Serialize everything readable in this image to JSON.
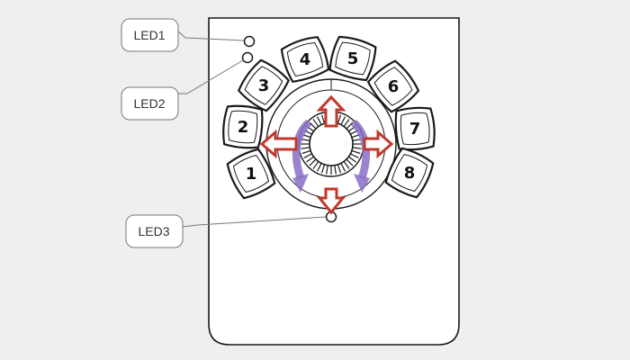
{
  "callouts": {
    "led1": "LED1",
    "led2": "LED2",
    "led3": "LED3"
  },
  "keys": [
    {
      "id": "1",
      "label": "1"
    },
    {
      "id": "2",
      "label": "2"
    },
    {
      "id": "3",
      "label": "3"
    },
    {
      "id": "4",
      "label": "4"
    },
    {
      "id": "5",
      "label": "5"
    },
    {
      "id": "6",
      "label": "6"
    },
    {
      "id": "7",
      "label": "7"
    },
    {
      "id": "8",
      "label": "8"
    }
  ],
  "icons": {
    "knob": "rotary-knob-icon",
    "up": "arrow-up-icon",
    "down": "arrow-down-icon",
    "left": "arrow-left-icon",
    "right": "arrow-right-icon",
    "rotate_left": "rotate-ccw-icon",
    "rotate_right": "rotate-cw-icon"
  },
  "colors": {
    "background": "#efefef",
    "device_body": "#ffffff",
    "outline": "#1a1a1a",
    "arrow": "#c0392b",
    "rotate_arrow": "#8a6fc7",
    "callout_border": "#777777"
  }
}
